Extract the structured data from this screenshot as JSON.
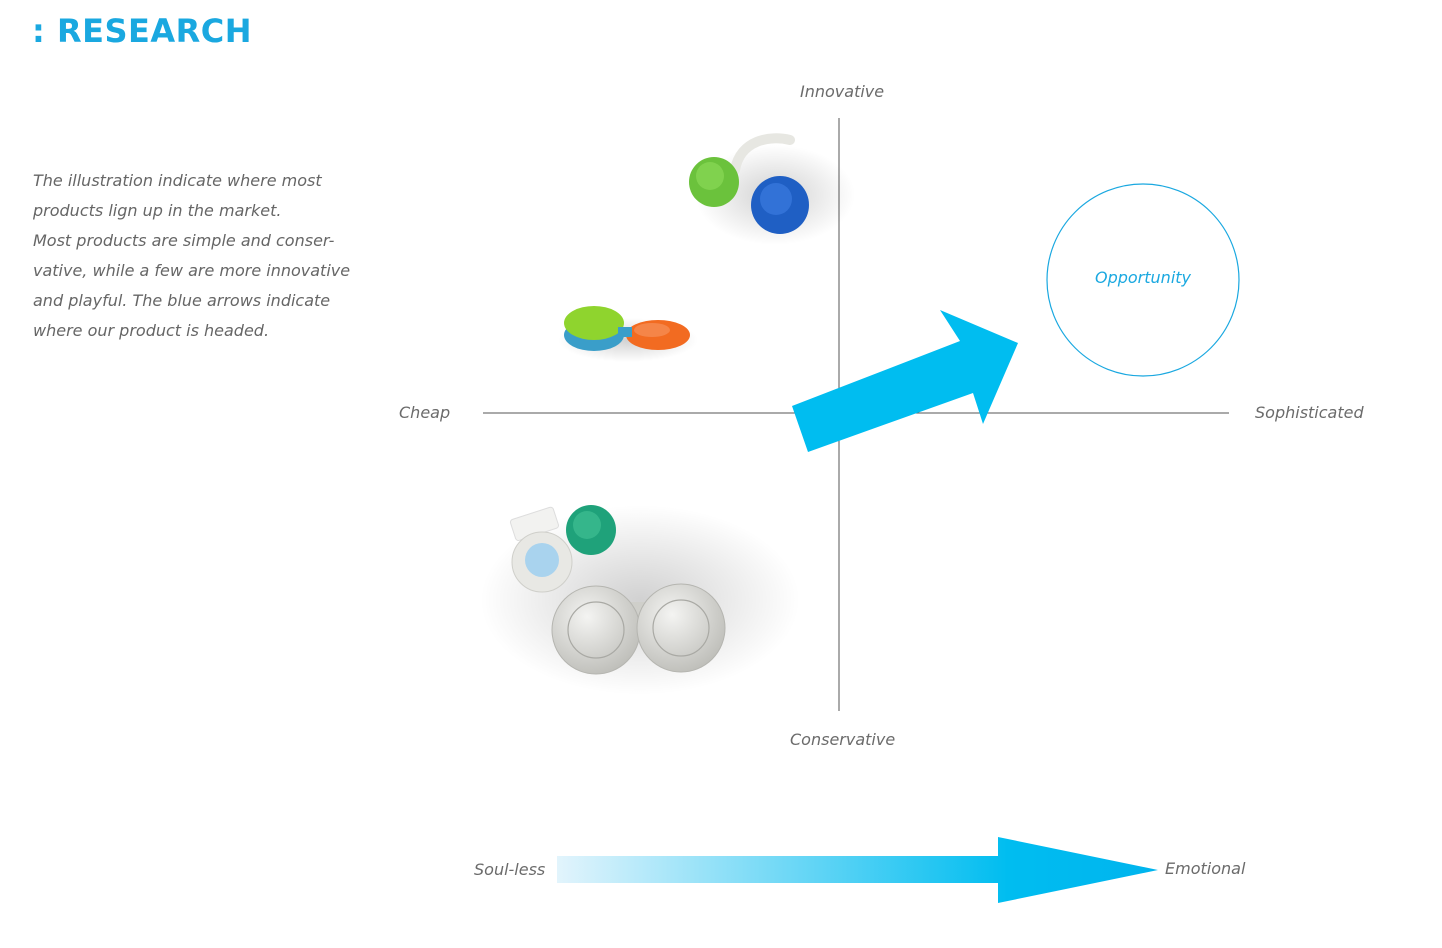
{
  "header": {
    "title": ": RESEARCH"
  },
  "description": "The illustration indicate where most\nproducts lign up in the market.\nMost products are simple and conser-\nvative, while a few are more innovative\nand playful. The blue arrows indicate\nwhere our product is headed.",
  "axes": {
    "top": "Innovative",
    "bottom": "Conservative",
    "left": "Cheap",
    "right": "Sophisticated"
  },
  "opportunity": {
    "label": "Opportunity"
  },
  "scale": {
    "left": "Soul-less",
    "right": "Emotional"
  },
  "products": [
    {
      "name": "green-blue-flip-lens-case"
    },
    {
      "name": "orange-green-lens-case"
    },
    {
      "name": "white-standard-lens-cases"
    }
  ],
  "colors": {
    "accent": "#1aa8e0",
    "arrow": "#00bdf0",
    "axis": "#555555"
  }
}
